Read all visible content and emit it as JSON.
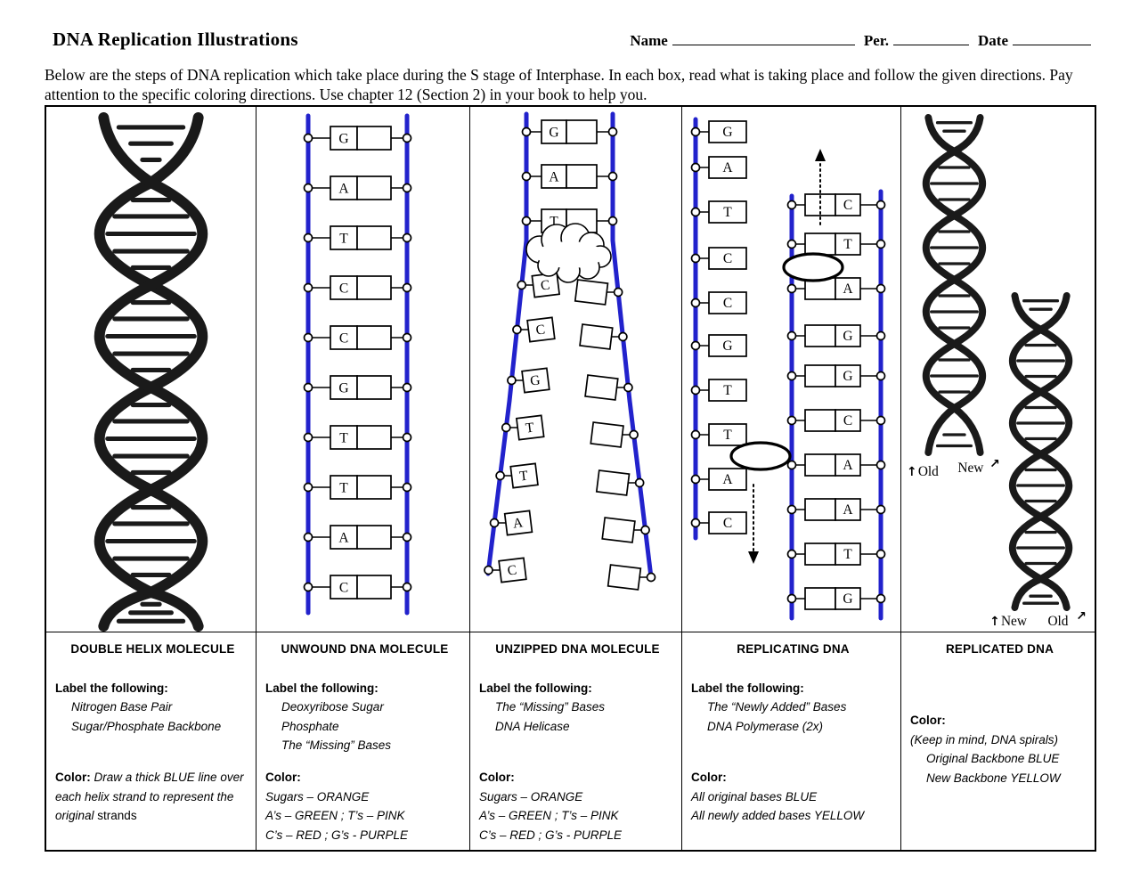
{
  "header": {
    "title": "DNA Replication Illustrations",
    "name_label": "Name",
    "per_label": "Per.",
    "date_label": "Date"
  },
  "instructions": "Below are the steps of DNA replication which take place during the S stage of Interphase.  In each box, read what is taking place and follow the given directions.  Pay attention to the specific coloring directions.  Use chapter 12 (Section 2) in your book to help you.",
  "colors": {
    "rail_blue": "#2222cc",
    "ink": "#1a1a1a"
  },
  "icons": {
    "arrow_up": "↑",
    "arrow_up_right": "↗"
  },
  "panels": [
    {
      "heading": "DOUBLE HELIX MOLECULE",
      "label_title": "Label the following:",
      "label_items": [
        "Nitrogen Base Pair",
        "Sugar/Phosphate Backbone"
      ],
      "color_title": "Color:",
      "color_line": "Draw a thick BLUE line over each helix strand to represent the original",
      "color_line_end": "strands"
    },
    {
      "heading": "UNWOUND DNA MOLECULE",
      "label_title": "Label the following:",
      "label_items": [
        "Deoxyribose Sugar",
        "Phosphate",
        "The “Missing” Bases"
      ],
      "color_title": "Color:",
      "color_lines": [
        "Sugars – ORANGE",
        "A’s – GREEN ; T’s – PINK",
        "C’s – RED ; G’s - PURPLE"
      ],
      "sequence": [
        "G",
        "A",
        "T",
        "C",
        "C",
        "G",
        "T",
        "T",
        "A",
        "C"
      ]
    },
    {
      "heading": "UNZIPPED DNA MOLECULE",
      "label_title": "Label the following:",
      "label_items": [
        "The “Missing” Bases",
        "DNA Helicase"
      ],
      "color_title": "Color:",
      "color_lines": [
        "Sugars – ORANGE",
        "A’s – GREEN ; T’s – PINK",
        "C’s – RED ; G’s - PURPLE"
      ],
      "paired_sequence": [
        "G",
        "A",
        "T"
      ],
      "unzipped_sequence": [
        "C",
        "C",
        "G",
        "T",
        "T",
        "A",
        "C"
      ]
    },
    {
      "heading": "REPLICATING DNA",
      "label_title": "Label the following:",
      "label_items": [
        "The “Newly Added” Bases",
        "DNA Polymerase (2x)"
      ],
      "color_title": "Color:",
      "color_lines": [
        "All original bases BLUE",
        "All newly added bases YELLOW"
      ],
      "left_sequence": [
        "G",
        "A",
        "T",
        "C",
        "C",
        "G",
        "T",
        "T",
        "A",
        "C"
      ],
      "right_sequence": [
        "C",
        "T",
        "A",
        "G",
        "G",
        "C",
        "A",
        "A",
        "T",
        "G"
      ]
    },
    {
      "heading": "REPLICATED DNA",
      "color_title": "Color:",
      "color_note": "(Keep in mind, DNA spirals)",
      "color_lines": [
        "Original Backbone BLUE",
        "New Backbone YELLOW"
      ],
      "strand_labels": {
        "h1_left": "Old",
        "h1_right": "New",
        "h2_left": "New",
        "h2_right": "Old"
      }
    }
  ]
}
